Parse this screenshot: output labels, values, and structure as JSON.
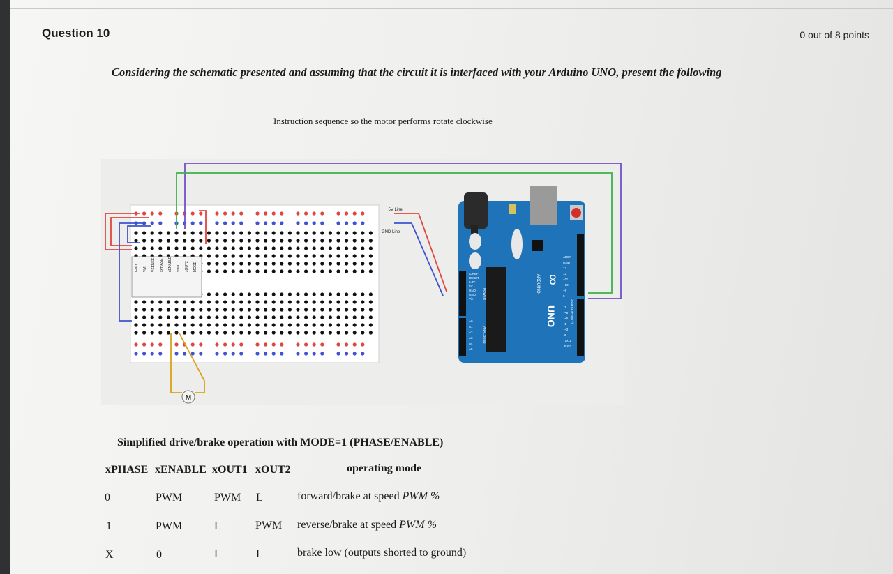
{
  "question": {
    "title": "Question 10",
    "points": "0 out of 8 points",
    "prompt": "Considering the schematic presented and assuming that the circuit it is interfaced with your Arduino UNO, present the following",
    "instruction": "Instruction sequence so the motor performs rotate clockwise"
  },
  "schematic": {
    "breadboard_labels": [
      "GND",
      "VM",
      "VSENSE",
      "xPHASE",
      "xENABLE",
      "xOUT1",
      "xOUT2",
      "MODE"
    ],
    "rail_labels": {
      "plus": "+5V Line",
      "gnd": "GND Line"
    },
    "motor_label": "M",
    "board": {
      "brand": "ARDUINO",
      "model": "UNO",
      "power_pins": [
        "IOREF",
        "RESET",
        "3.3V",
        "5V",
        "GND",
        "GND",
        "Vin"
      ],
      "analog_pins": [
        "A0",
        "A1",
        "A2",
        "A3",
        "A4",
        "A5"
      ],
      "power_header": "POWER",
      "analog_header": "ANALOG IN",
      "digital_header": "DIGITAL (PWM ~)",
      "top_pins": [
        "AREF",
        "GND",
        "13",
        "12",
        "~11",
        "~10",
        "~9",
        "8"
      ],
      "bottom_pins": [
        "7",
        "~6",
        "~5",
        "4",
        "~3",
        "2",
        "TX 1",
        "RX 0"
      ]
    },
    "wire_colors": {
      "red": "#e0463f",
      "blue": "#3f52d1",
      "purple": "#7050c8",
      "green": "#3fb04a",
      "yellow": "#d9a21a",
      "board_blue": "#1f73b8"
    }
  },
  "table": {
    "caption": "Simplified drive/brake operation with MODE=1 (PHASE/ENABLE)",
    "headers": [
      "xPHASE",
      "xENABLE",
      "xOUT1",
      "xOUT2"
    ],
    "mode_header": "operating mode",
    "rows": [
      {
        "phase": "0",
        "enable": "PWM",
        "out1": "PWM",
        "out2": "L",
        "mode": "forward/brake at speed",
        "mode_unit": "PWM %"
      },
      {
        "phase": "1",
        "enable": "PWM",
        "out1": "L",
        "out2": "PWM",
        "mode": "reverse/brake at speed",
        "mode_unit": "PWM %"
      },
      {
        "phase": "X",
        "enable": "0",
        "out1": "L",
        "out2": "L",
        "mode": "brake low (outputs shorted to ground)",
        "mode_unit": ""
      }
    ]
  }
}
